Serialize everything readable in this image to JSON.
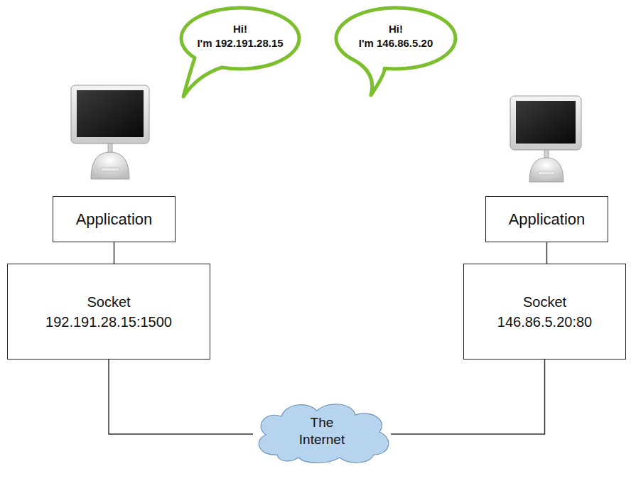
{
  "diagram": {
    "nodes": [
      {
        "text": [
          "Hi!",
          "I'm 192.191.28.15"
        ]
      },
      {
        "text": [
          "Hi!",
          "I'm 146.86.5.20"
        ]
      },
      {
        "text": [
          "Application"
        ]
      },
      {
        "text": [
          "Socket",
          "192.191.28.15:1500"
        ]
      },
      {
        "text": [
          "Application"
        ]
      },
      {
        "text": [
          "Socket",
          "146.86.5.20:80"
        ]
      },
      {
        "text": [
          "The Internet"
        ]
      }
    ],
    "edges": [
      {
        "from": 2,
        "to": 3,
        "arrow": "none"
      },
      {
        "from": 3,
        "to": 6,
        "arrow": "none"
      },
      {
        "from": 4,
        "to": 5,
        "arrow": "none"
      },
      {
        "from": 5,
        "to": 6,
        "arrow": "none"
      }
    ]
  }
}
